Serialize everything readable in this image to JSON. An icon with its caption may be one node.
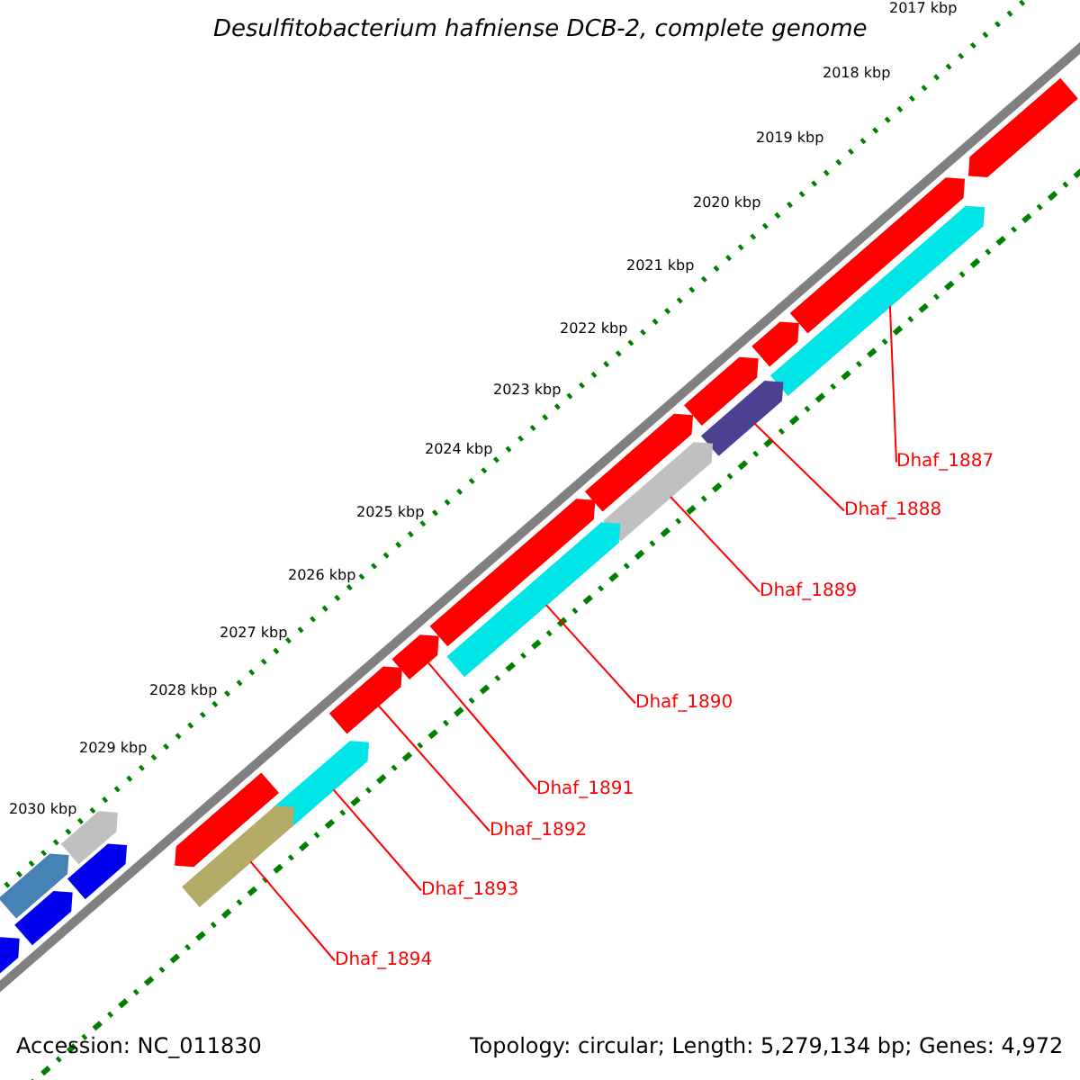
{
  "diagram": {
    "title": "Desulfitobacterium hafniense DCB-2, complete genome",
    "nodes": [
      {
        "text": [
          "Dhaf_1887"
        ]
      },
      {
        "text": [
          "Dhaf_1888"
        ]
      },
      {
        "text": [
          "Dhaf_1889"
        ]
      },
      {
        "text": [
          "Dhaf_1890"
        ]
      },
      {
        "text": [
          "Dhaf_1891"
        ]
      },
      {
        "text": [
          "Dhaf_1892"
        ]
      },
      {
        "text": [
          "Dhaf_1893"
        ]
      },
      {
        "text": [
          "Dhaf_1894"
        ]
      },
      {
        "text": [],
        "shape": "bar"
      },
      {
        "text": [],
        "shape": "bar"
      },
      {
        "text": [],
        "shape": "bar"
      },
      {
        "text": [],
        "shape": "bar"
      },
      {
        "text": [],
        "shape": "bar"
      },
      {
        "text": [],
        "shape": "bar"
      },
      {
        "text": [],
        "shape": "bar"
      },
      {
        "text": [],
        "shape": "bar"
      },
      {
        "text": [],
        "shape": "bar"
      },
      {
        "text": [],
        "shape": "bar"
      },
      {
        "text": [],
        "shape": "bar"
      },
      {
        "text": [],
        "shape": "bar"
      },
      {
        "text": [],
        "shape": "bar"
      },
      {
        "text": [],
        "shape": "bar"
      },
      {
        "text": [],
        "shape": "bar"
      },
      {
        "text": [],
        "shape": "bar"
      },
      {
        "text": [],
        "shape": "bar"
      },
      {
        "text": [],
        "shape": "bar"
      },
      {
        "text": [],
        "shape": "bar"
      },
      {
        "text": [],
        "shape": "bar"
      }
    ],
    "edges": [
      {
        "from": 0,
        "to": 8,
        "arrow": "none"
      },
      {
        "from": 1,
        "to": 9,
        "arrow": "none"
      },
      {
        "from": 2,
        "to": 10,
        "arrow": "none"
      },
      {
        "from": 3,
        "to": 11,
        "arrow": "none"
      },
      {
        "from": 4,
        "to": 12,
        "arrow": "none"
      },
      {
        "from": 5,
        "to": 13,
        "arrow": "none"
      },
      {
        "from": 6,
        "to": 14,
        "arrow": "none"
      },
      {
        "from": 7,
        "to": 15,
        "arrow": "none"
      }
    ],
    "labels": [
      "2017 kbp",
      "2018 kbp",
      "2019 kbp",
      "2020 kbp",
      "2021 kbp",
      "2022 kbp",
      "2023 kbp",
      "2024 kbp",
      "2025 kbp",
      "2026 kbp",
      "2027 kbp",
      "2028 kbp",
      "2029 kbp",
      "2030 kbp",
      "Accession: NC_011830",
      "Topology: circular; Length: 5,279,134 bp; Genes: 4,972"
    ]
  }
}
